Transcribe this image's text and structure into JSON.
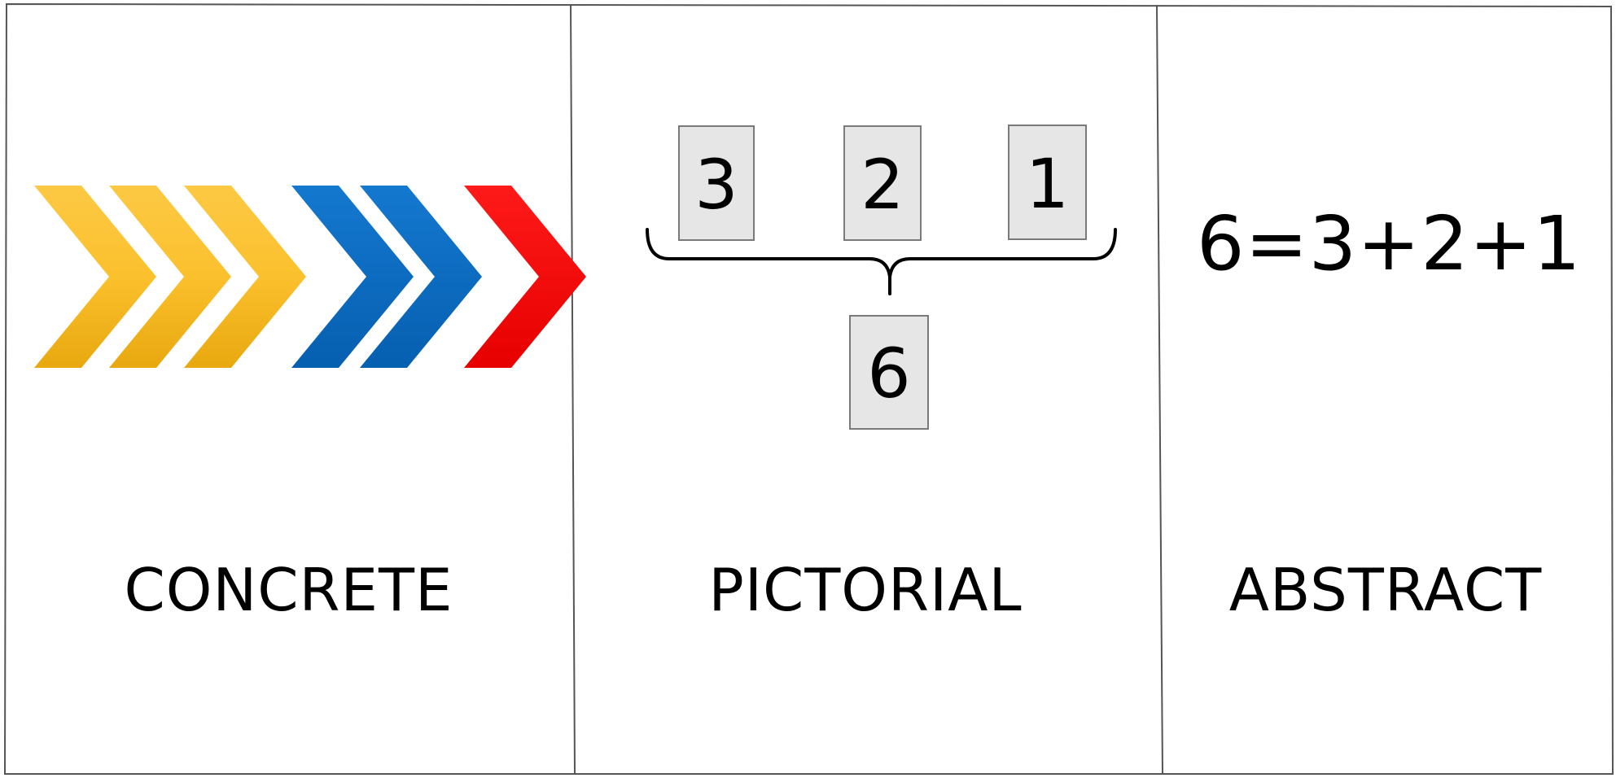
{
  "panels": {
    "concrete": {
      "caption": "CONCRETE",
      "chevrons": [
        {
          "color": "#fbc02d"
        },
        {
          "color": "#fbc02d"
        },
        {
          "color": "#fbc02d"
        },
        {
          "color": "#0b6fc4"
        },
        {
          "color": "#0b6fc4"
        },
        {
          "color": "#ff0000"
        }
      ]
    },
    "pictorial": {
      "caption": "PICTORIAL",
      "parts": [
        "3",
        "2",
        "1"
      ],
      "total": "6"
    },
    "abstract": {
      "caption": "ABSTRACT",
      "equation": "6=3+2+1"
    }
  },
  "colors": {
    "yellow": "#fbc02d",
    "blue": "#0b6fc4",
    "red": "#ff0000",
    "box_fill": "#e6e6e6"
  }
}
